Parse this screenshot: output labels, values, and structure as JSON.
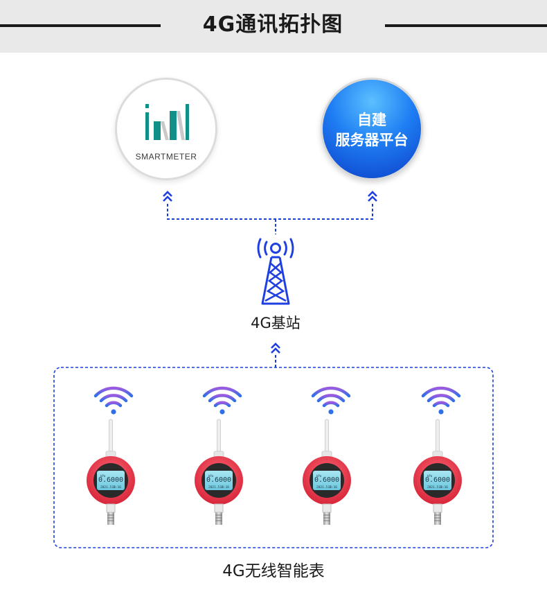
{
  "header": {
    "title": "4G通讯拓扑图"
  },
  "nodes": {
    "smartmeter_platform": {
      "brand": "SMARTMETER"
    },
    "self_built_platform": {
      "line1": "自建",
      "line2": "服务器平台"
    },
    "base_station": {
      "label": "4G基站"
    },
    "meters_group": {
      "label": "4G无线智能表",
      "count": 4
    }
  },
  "meter_display": {
    "reading": "0.6000",
    "unit": "kPa",
    "date": "2021.5.5",
    "time": "18:16"
  },
  "colors": {
    "accent_blue": "#1f3fe0",
    "link_dash": "#1a3fd8",
    "meter_red": "#e43a4e",
    "lcd_cyan": "#89d9e9",
    "logo_teal": "#11908a"
  }
}
